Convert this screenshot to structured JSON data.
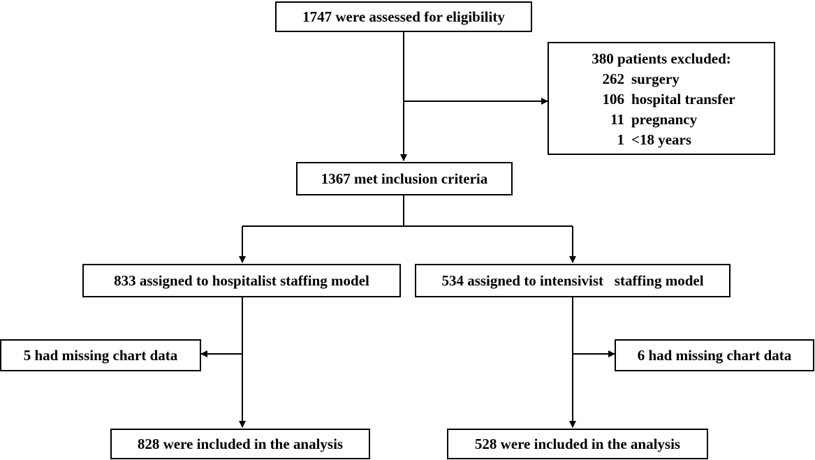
{
  "flowchart": {
    "assessed": "1747 were assessed for eligibility",
    "excluded": {
      "title": "380 patients excluded:",
      "reasons": [
        {
          "count": "262",
          "reason": "surgery"
        },
        {
          "count": "106",
          "reason": "hospital transfer"
        },
        {
          "count": "11",
          "reason": "pregnancy"
        },
        {
          "count": "1",
          "reason": "<18 years"
        }
      ]
    },
    "included": "1367 met inclusion criteria",
    "hospitalist": {
      "assigned": "833 assigned to hospitalist staffing model",
      "missing": "5 had missing chart data",
      "analyzed": "828 were included in the analysis"
    },
    "intensivist": {
      "assigned": "534 assigned to intensivist   staffing model",
      "missing": "6 had missing chart data",
      "analyzed": "528 were included in the analysis"
    }
  }
}
